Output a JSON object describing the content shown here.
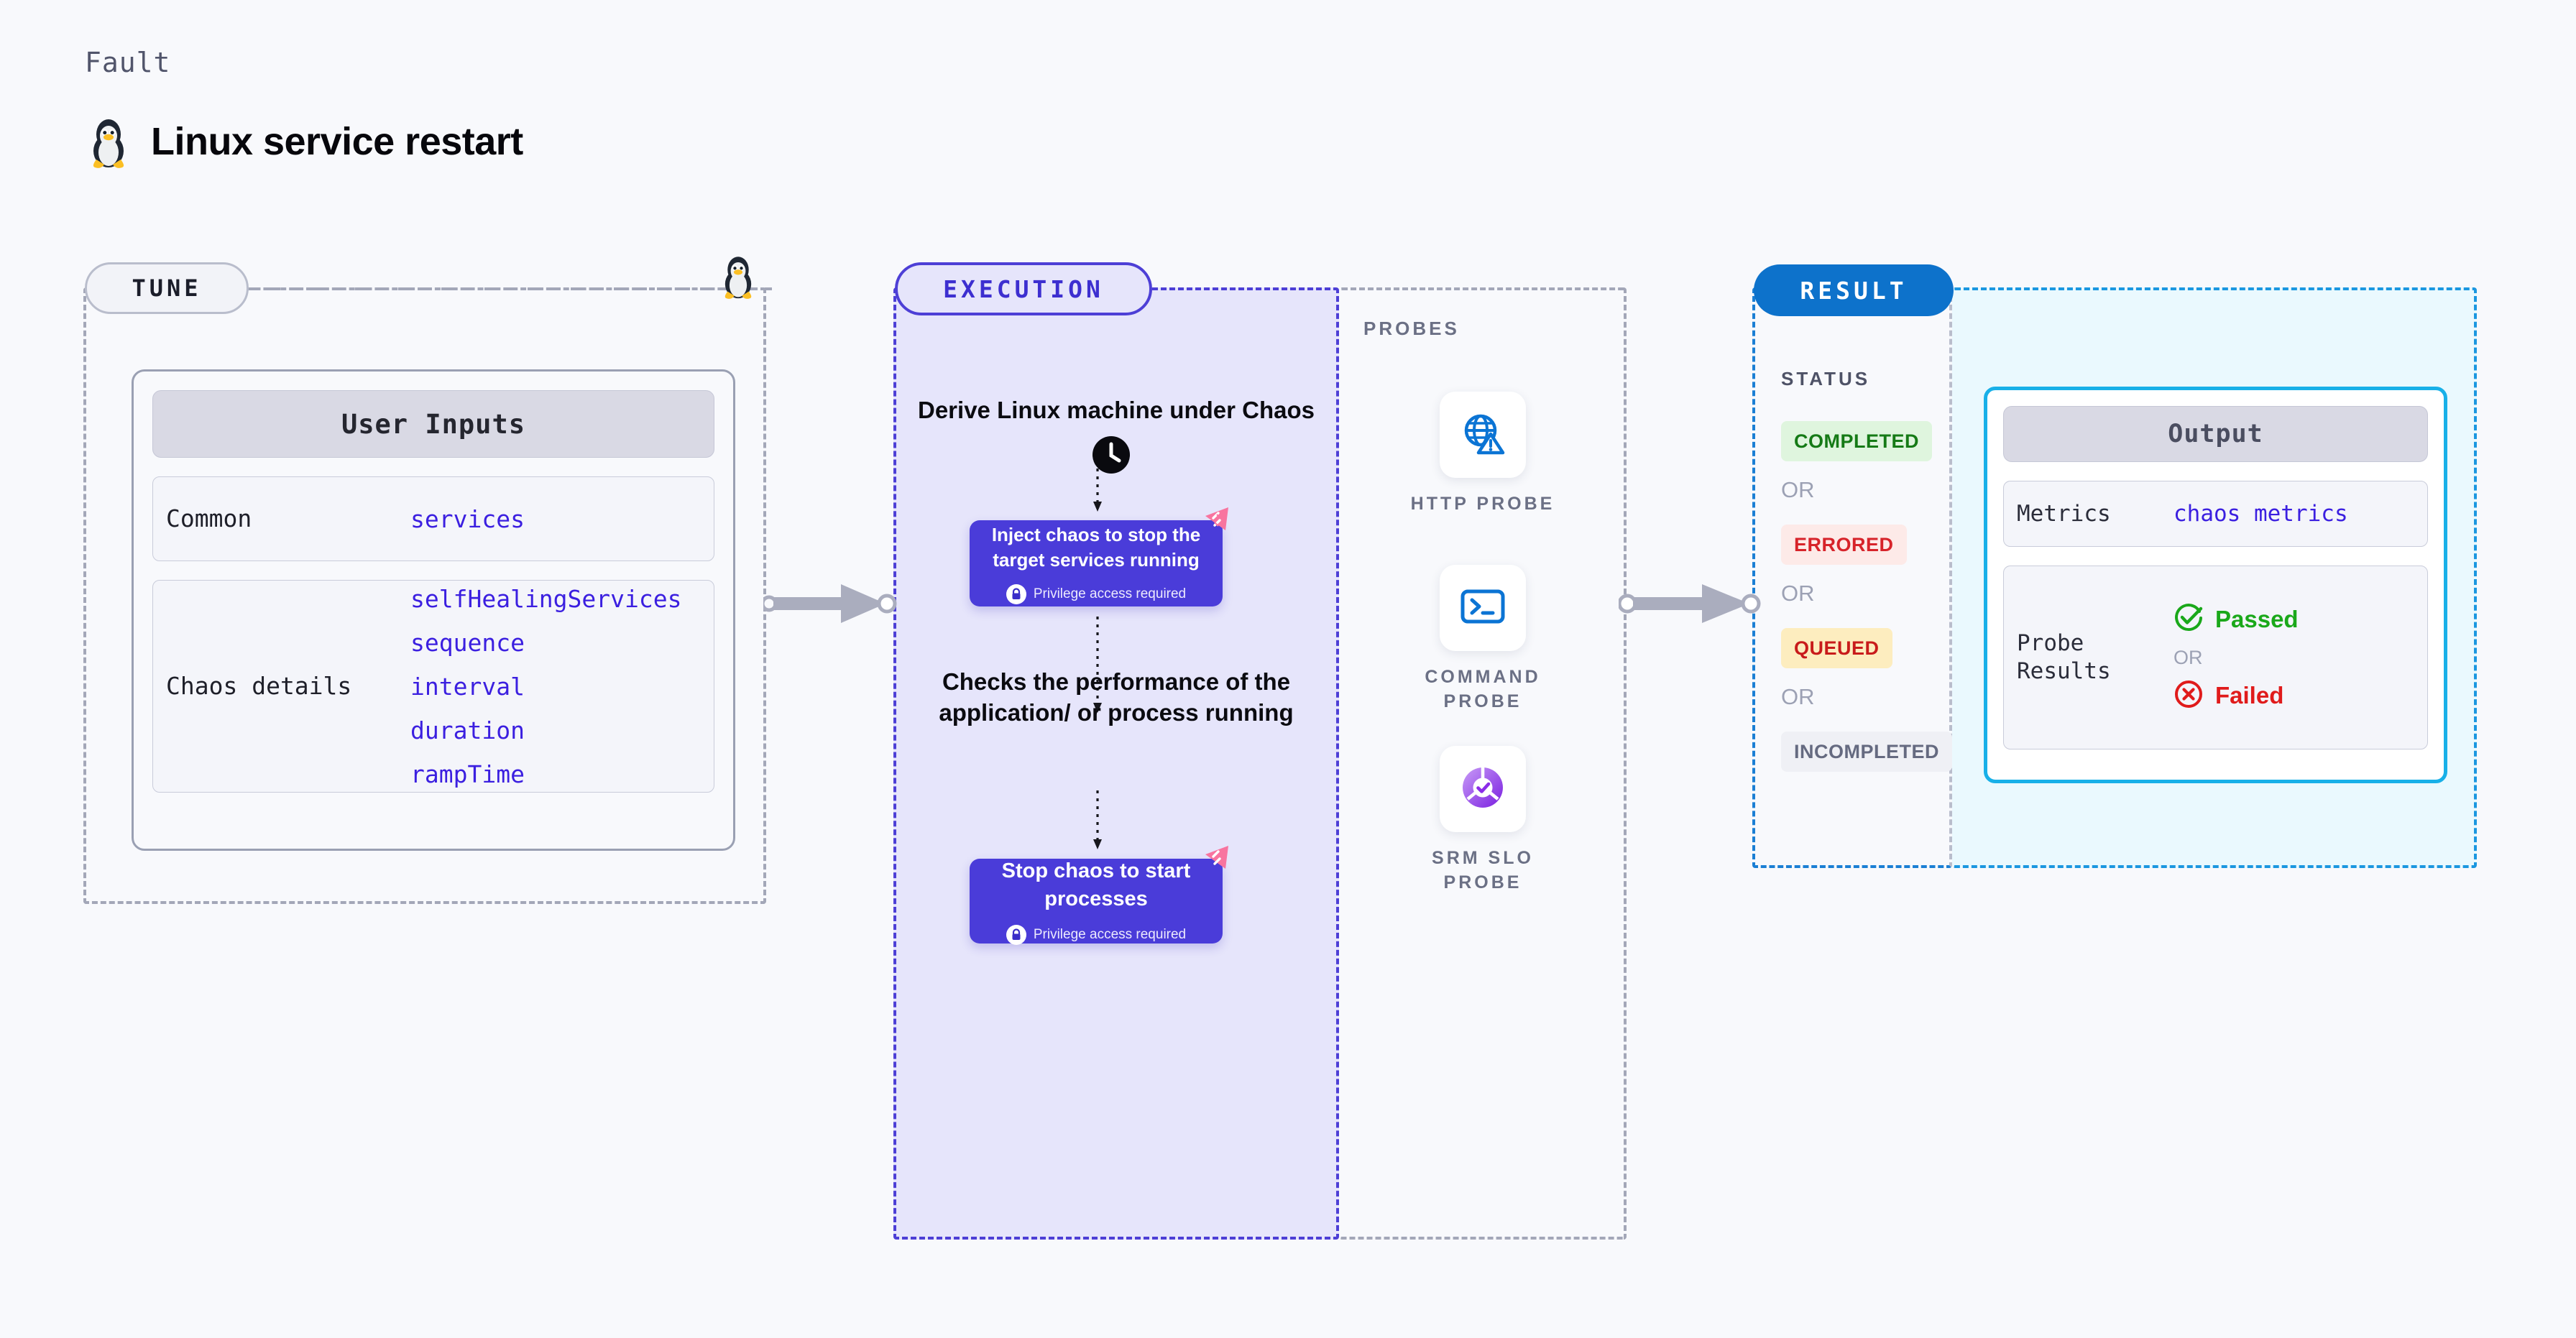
{
  "header": {
    "eyebrow": "Fault",
    "title": "Linux service restart",
    "icon": "linux-penguin-icon"
  },
  "stages": {
    "tune": {
      "pill_label": "TUNE",
      "icon": "linux-penguin-icon",
      "card": {
        "title": "User Inputs",
        "rows": [
          {
            "key": "Common",
            "values": [
              "services"
            ]
          },
          {
            "key": "Chaos details",
            "values": [
              "selfHealingServices",
              "sequence",
              "interval",
              "duration",
              "rampTime"
            ]
          }
        ]
      }
    },
    "execution": {
      "pill_label": "EXECUTION",
      "step_1_text": "Derive Linux machine under Chaos",
      "card_1": {
        "title": "Inject chaos to stop the target services running",
        "privilege_note": "Privilege access required",
        "lock_icon": "lock-icon",
        "badge_icon": "harness-logo-icon"
      },
      "clock_icon": "clock-icon",
      "step_2_text": "Checks the performance of the application/ or process running",
      "card_2": {
        "title": "Stop chaos to start processes",
        "privilege_note": "Privilege access required",
        "lock_icon": "lock-icon",
        "badge_icon": "harness-logo-icon"
      }
    },
    "probes": {
      "title": "PROBES",
      "items": [
        {
          "label": "HTTP PROBE",
          "icon": "globe-warning-icon"
        },
        {
          "label": "COMMAND PROBE",
          "icon": "terminal-icon"
        },
        {
          "label": "SRM SLO PROBE",
          "icon": "slo-check-icon"
        }
      ]
    },
    "result": {
      "pill_label": "RESULT",
      "status_title": "STATUS",
      "or_label": "OR",
      "statuses": [
        {
          "label": "COMPLETED",
          "bg": "#dff5de",
          "fg": "#157a16"
        },
        {
          "label": "ERRORED",
          "bg": "#fdeae8",
          "fg": "#d7232a"
        },
        {
          "label": "QUEUED",
          "bg": "#fdedbf",
          "fg": "#c81b1b"
        },
        {
          "label": "INCOMPLETED",
          "bg": "#eff0f5",
          "fg": "#656a80"
        }
      ]
    },
    "output": {
      "title": "Output",
      "rows": [
        {
          "key": "Metrics",
          "value": "chaos metrics"
        }
      ],
      "probe_results": {
        "key": "Probe Results",
        "passed_label": "Passed",
        "passed_icon": "check-circle-icon",
        "or_label": "OR",
        "failed_label": "Failed",
        "failed_icon": "x-circle-icon"
      }
    }
  },
  "connectors": {
    "arrow_1_icon": "arrow-right-icon",
    "arrow_2_icon": "arrow-right-icon"
  },
  "colors": {
    "page_bg": "#f8f9fc",
    "tune_accent": "#b9bdcc",
    "execution_accent": "#4d3fd6",
    "execution_fill": "#e6e5fb",
    "result_accent": "#0d72cb",
    "output_accent": "#18b0e8",
    "output_fill": "#eaf9fe",
    "value_text": "#3b1fe0",
    "harness_pink": "#f874a0"
  }
}
